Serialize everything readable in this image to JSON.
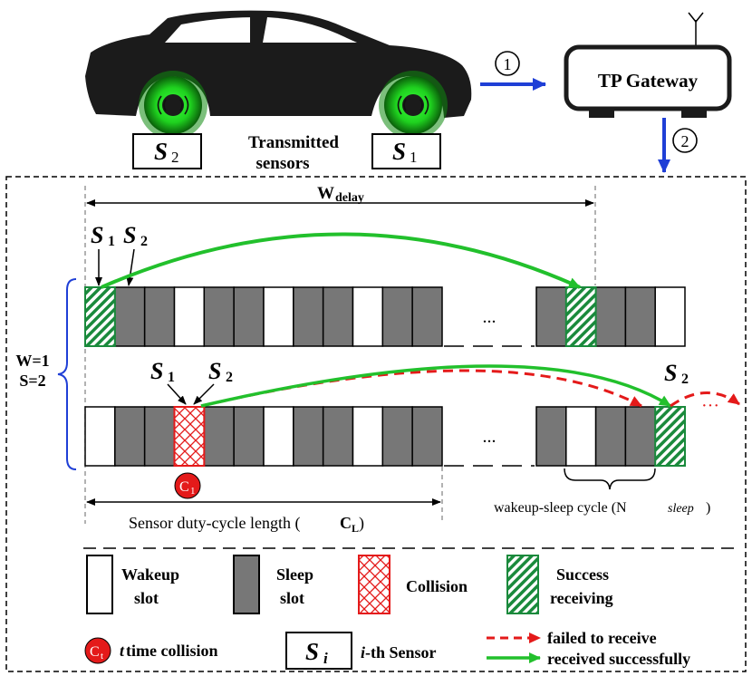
{
  "car": {
    "sensor_s2": {
      "letter": "S",
      "sub": "2"
    },
    "sensor_s1": {
      "letter": "S",
      "sub": "1"
    },
    "transmitted_line1": "Transmitted",
    "transmitted_line2": "sensors"
  },
  "steps": {
    "step1": "1",
    "step2": "2"
  },
  "gateway": {
    "label": "TP Gateway"
  },
  "diagram": {
    "w_delay_main": "W",
    "w_delay_sub": "delay",
    "top_s1": {
      "letter": "S",
      "sub": "1"
    },
    "top_s2": {
      "letter": "S",
      "sub": "2"
    },
    "mid_s1": {
      "letter": "S",
      "sub": "1"
    },
    "mid_s2": {
      "letter": "S",
      "sub": "2"
    },
    "right_s2": {
      "letter": "S",
      "sub": "2"
    },
    "param_w": "W=1",
    "param_s": "S=2",
    "ellipsis": "...",
    "dots": "···",
    "collision_badge": {
      "letter": "C",
      "sub": "1"
    },
    "duty_cycle_text": "Sensor duty-cycle length (",
    "duty_cycle_main": "C",
    "duty_cycle_sub": "L",
    "duty_cycle_close": ")",
    "cycle_text": "wakeup-sleep cycle (N",
    "cycle_sub": "sleep",
    "cycle_close": ")"
  },
  "legend": {
    "wakeup_l1": "Wakeup",
    "wakeup_l2": "slot",
    "sleep_l1": "Sleep",
    "sleep_l2": "slot",
    "collision": "Collision",
    "success_l1": "Success",
    "success_l2": "receiving",
    "ct_badge": {
      "letter": "C",
      "sub": "t"
    },
    "ct_text_italic": "t",
    "ct_text": " time collision",
    "si_box": {
      "letter": "S",
      "sub": "i"
    },
    "si_text_italic": "i",
    "si_text": "-th Sensor",
    "failed": "failed to receive",
    "received": "received successfully"
  },
  "colors": {
    "sleep": "#777777",
    "wake": "#ffffff",
    "green": "#1a8a3c",
    "arrow_green": "#22c02c",
    "red": "#e41a1a",
    "blue": "#1f3fd6",
    "car": "#1b1b1b"
  }
}
